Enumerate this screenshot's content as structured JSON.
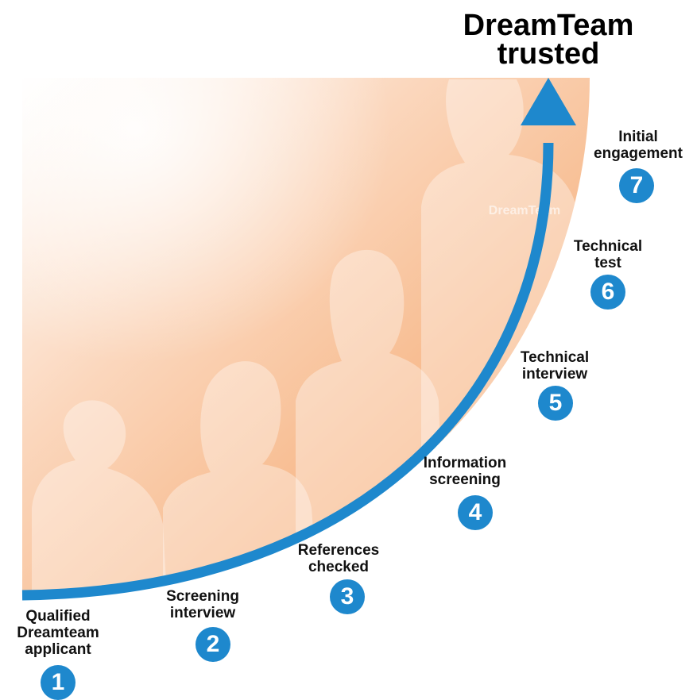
{
  "title": {
    "line1": "DreamTeam",
    "line2": "trusted"
  },
  "steps": [
    {
      "number": "1",
      "line1": "Qualified",
      "line2": "Dreamteam",
      "line3": "applicant"
    },
    {
      "number": "2",
      "line1": "Screening",
      "line2": "interview"
    },
    {
      "number": "3",
      "line1": "References",
      "line2": "checked"
    },
    {
      "number": "4",
      "line1": "Information",
      "line2": "screening"
    },
    {
      "number": "5",
      "line1": "Technical",
      "line2": "interview"
    },
    {
      "number": "6",
      "line1": "Technical",
      "line2": "test"
    },
    {
      "number": "7",
      "line1": "Initial",
      "line2": "engagement"
    }
  ],
  "watermark": "DreamTeam",
  "colors": {
    "arrow": "#1e88cd",
    "badge": "#1e88cd",
    "fan_light": "#fde6d2",
    "fan_dark": "#f29a55"
  }
}
